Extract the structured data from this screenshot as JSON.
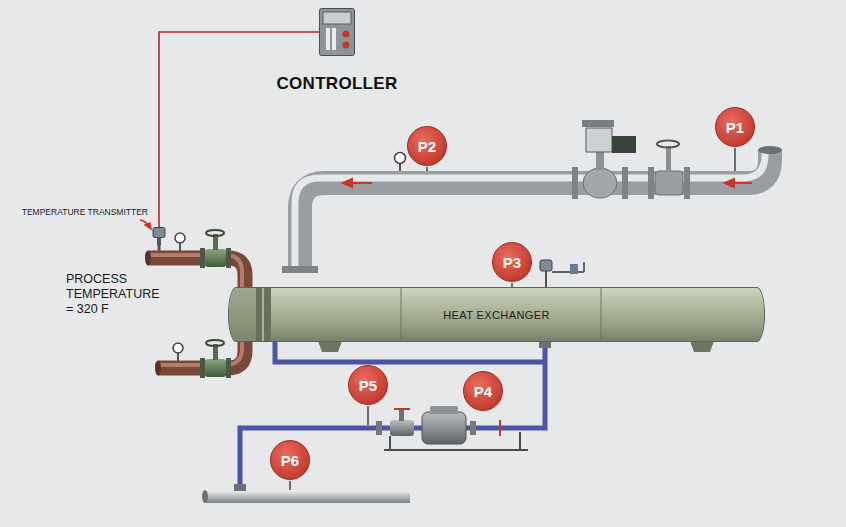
{
  "diagram": {
    "nodes": [
      {
        "text": [
          "CONTROLLER"
        ]
      },
      {
        "text": [
          "P2"
        ]
      },
      {
        "text": [
          "P1"
        ]
      },
      {
        "text": [
          "TEMPERATURE TRANSMITTER"
        ]
      },
      {
        "text": [
          "P3"
        ]
      },
      {
        "text": [
          "HEAT EXCHANGER"
        ]
      },
      {
        "text": [
          "P5"
        ]
      },
      {
        "text": [
          "P4"
        ]
      },
      {
        "text": [
          "P6"
        ]
      }
    ],
    "edges": [
      {
        "from": 0,
        "to": 3,
        "arrow": "none"
      }
    ],
    "labels": [
      "PROCESS TEMPERATURE = 320 F"
    ]
  }
}
